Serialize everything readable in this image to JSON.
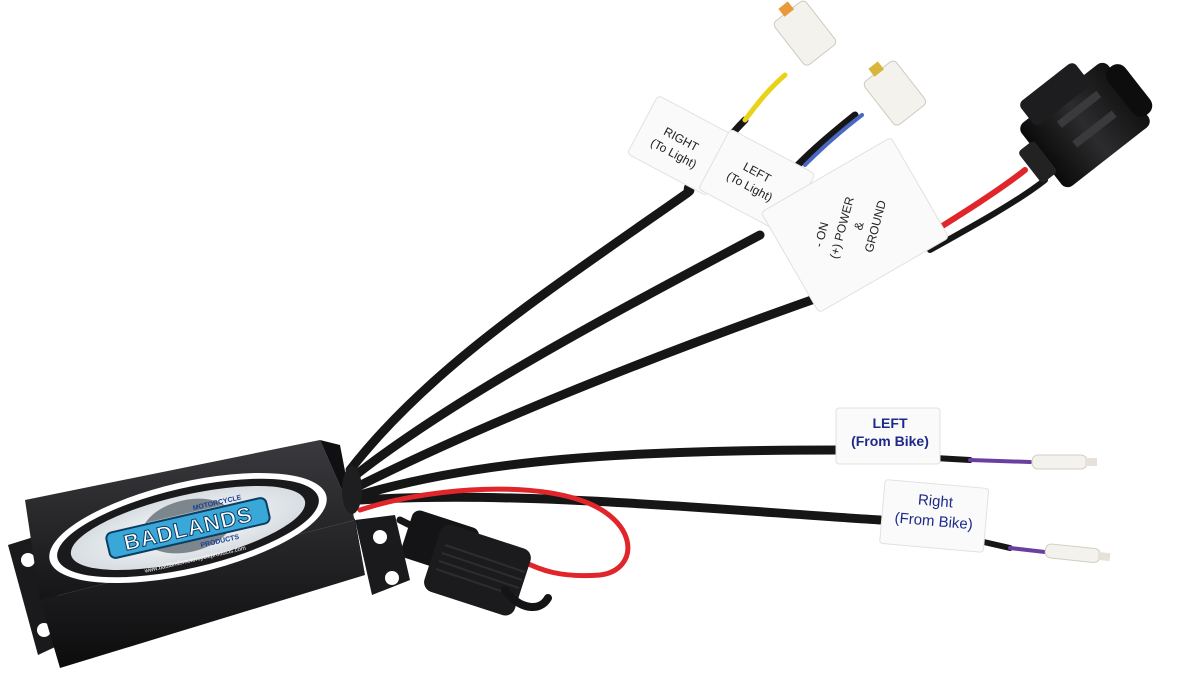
{
  "product": {
    "brand_logo": {
      "arc_top": "MOTORCYCLE",
      "name": "BADLANDS",
      "arc_bottom": "PRODUCTS",
      "website": "www.badlandsmotorcycleproducts.com"
    }
  },
  "wire_tags": {
    "right_to_light": {
      "line1": "RIGHT",
      "line2": "(To Light)"
    },
    "left_to_light": {
      "line1": "LEFT",
      "line2": "(To Light)"
    },
    "power_ground": {
      "line1": "- ON",
      "line2": "(+) POWER",
      "line3": "&",
      "line4": "GROUND"
    },
    "left_from_bike": {
      "line1": "LEFT",
      "line2": "(From Bike)"
    },
    "right_from_bike": {
      "line1": "Right",
      "line2": "(From Bike)"
    }
  },
  "colors": {
    "module_body": "#1c1c1e",
    "logo_blue": "#3aa7d9",
    "wire_black": "#161616",
    "wire_red": "#e0262b",
    "wire_yellow": "#e8d21a",
    "wire_purple": "#6b3fa0",
    "tag_white": "#fafafa",
    "tag_text_blue": "#1d2a8a"
  }
}
